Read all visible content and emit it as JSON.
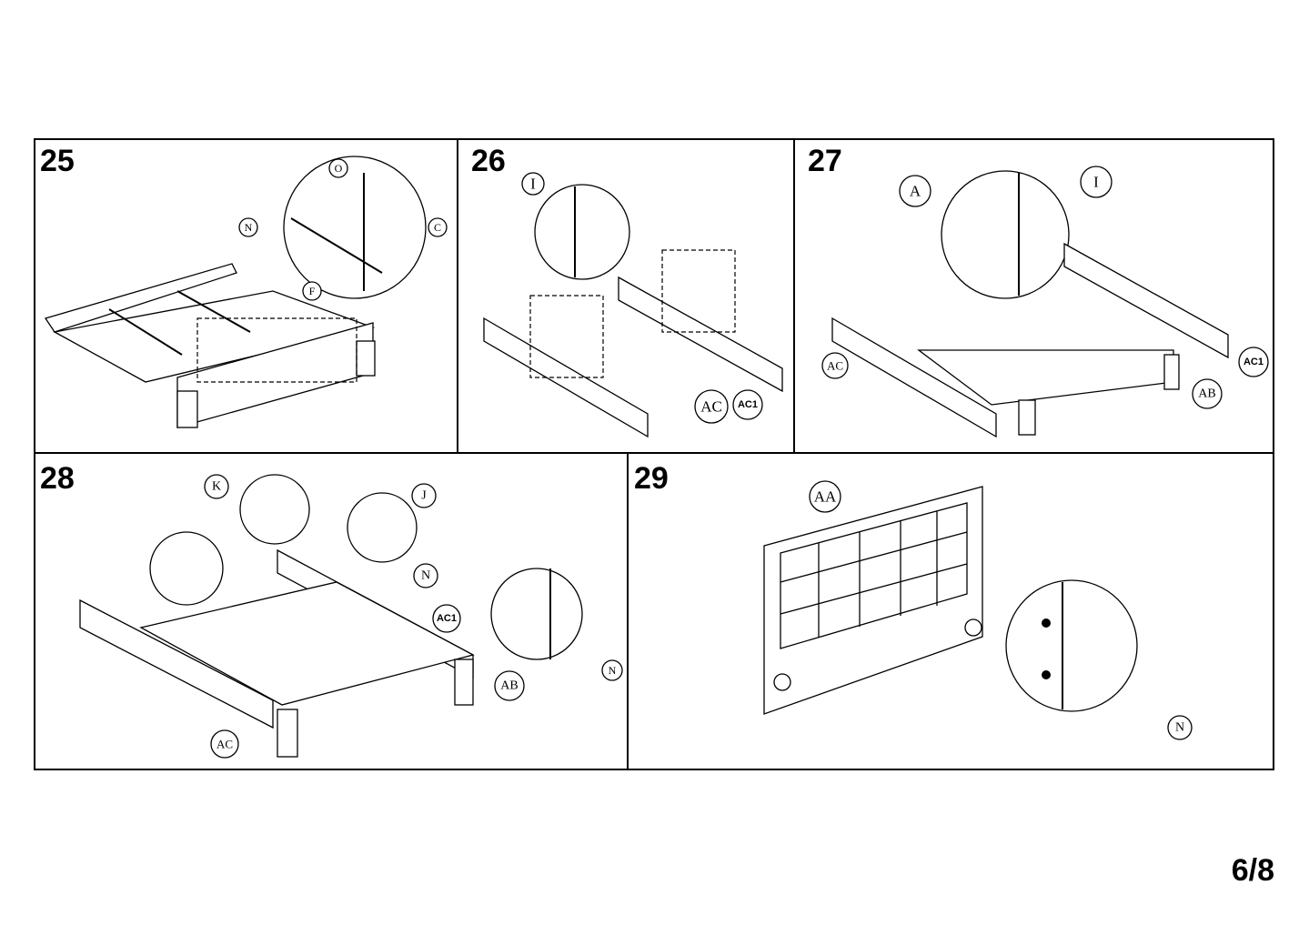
{
  "page_number": "6/8",
  "steps": [
    {
      "number": "25",
      "labels": [
        "O",
        "N",
        "C",
        "F"
      ]
    },
    {
      "number": "26",
      "labels": [
        "I",
        "AC",
        "AC1"
      ]
    },
    {
      "number": "27",
      "labels": [
        "A",
        "I",
        "AC",
        "AC1",
        "AB"
      ]
    },
    {
      "number": "28",
      "labels": [
        "K",
        "J",
        "N",
        "AC1",
        "AB",
        "N",
        "AC"
      ]
    },
    {
      "number": "29",
      "labels": [
        "AA",
        "N"
      ]
    }
  ]
}
